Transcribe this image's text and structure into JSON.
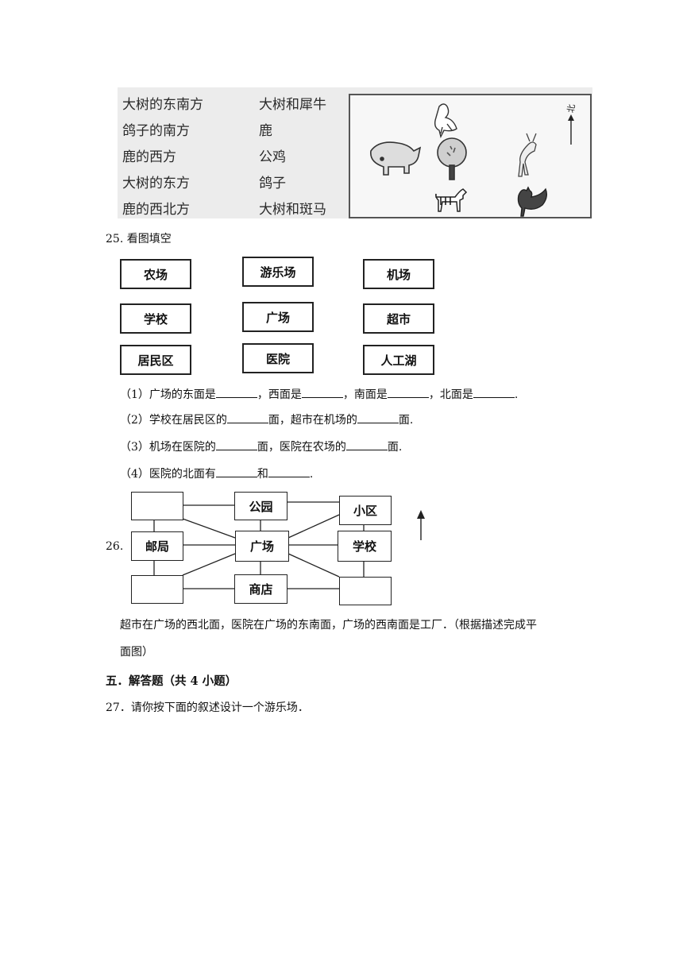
{
  "p24": {
    "left_items": [
      "大树的东南方",
      "鸽子的南方",
      "鹿的西方",
      "大树的东方",
      "鹿的西北方"
    ],
    "right_items": [
      "大树和犀牛",
      "鹿",
      "公鸡",
      "鸽子",
      "大树和斑马"
    ],
    "north_label": "北"
  },
  "p25": {
    "number": "25.",
    "title": "看图填空",
    "places": [
      "农场",
      "游乐场",
      "机场",
      "学校",
      "广场",
      "超市",
      "居民区",
      "医院",
      "人工湖"
    ],
    "q1": {
      "a": "（1）广场的东面是",
      "b": "，西面是",
      "c": "，南面是",
      "d": "，北面是",
      "e": "."
    },
    "q2": {
      "a": "（2）学校在居民区的",
      "b": "面，超市在机场的",
      "c": "面."
    },
    "q3": {
      "a": "（3）机场在医院的",
      "b": "面，医院在农场的",
      "c": "面."
    },
    "q4": {
      "a": "（4）医院的北面有",
      "b": "和",
      "c": "."
    }
  },
  "p26": {
    "number": "26.",
    "boxes": {
      "park": "公园",
      "community": "小区",
      "post_office": "邮局",
      "square": "广场",
      "school": "学校",
      "shop": "商店"
    },
    "description_line1": "超市在广场的西北面，医院在广场的东南面，广场的西南面是工厂．（根据描述完成平",
    "description_line2": "面图）"
  },
  "section5": {
    "title": "五．解答题（共 4 小题）"
  },
  "p27": {
    "text": "27．请你按下面的叙述设计一个游乐场．"
  }
}
